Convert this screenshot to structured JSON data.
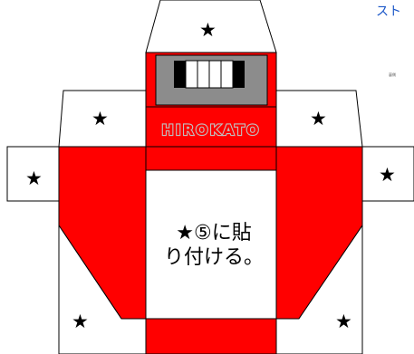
{
  "corner_text": "スト",
  "tiny_text": "裏側",
  "brand": "HIROKATO",
  "instruction": {
    "line1": "★⑤に貼",
    "line2": "り付ける。"
  },
  "stars": [
    "★",
    "★",
    "★",
    "★",
    "★",
    "★",
    "★"
  ],
  "colors": {
    "red": "#ff0000",
    "gray": "#8c8c8c",
    "outline": "#000000"
  }
}
